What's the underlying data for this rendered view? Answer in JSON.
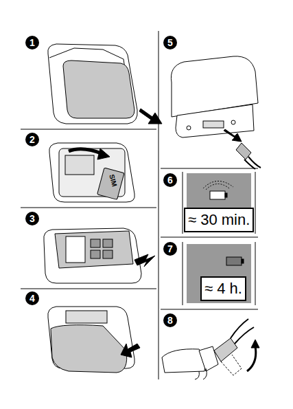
{
  "diagram": {
    "labels": [
      "1",
      "2",
      "3",
      "4",
      "5",
      "6",
      "7",
      "8",
      "SIM",
      "≈ 30 min.",
      "≈ 4 h."
    ]
  }
}
